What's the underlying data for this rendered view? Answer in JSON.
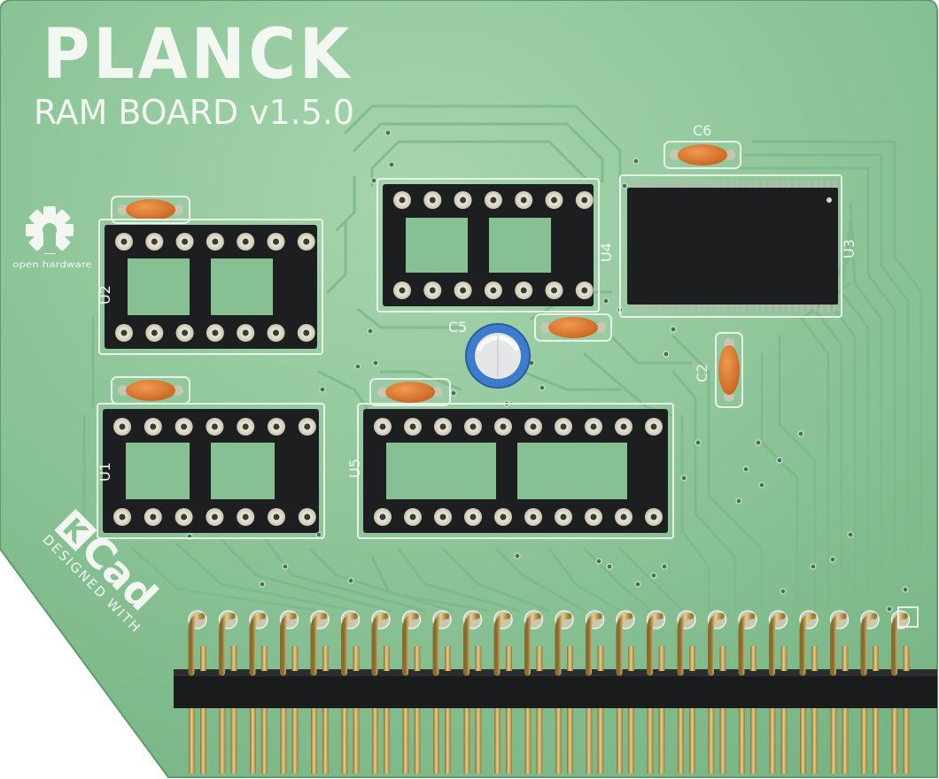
{
  "board": {
    "logo": "PLANCK",
    "subtitle": "RAM BOARD v1.5.0",
    "oshw_label": "open hardware",
    "kicad": {
      "top": "DESIGNED WITH",
      "brand": "KiCad"
    },
    "designators": {
      "u1": "U1",
      "u2": "U2",
      "u3": "U3",
      "u4": "U4",
      "u5": "U5",
      "c2": "C2",
      "c5": "C5",
      "c6": "C6"
    },
    "header_pins": 24
  },
  "colors": {
    "board": "#86c093",
    "board_light": "#9fd0a8",
    "silk": "#f2f7f2",
    "socket": "#1d1e1f",
    "capacitor": "#d9762c",
    "electrolytic": "#3d7ccc",
    "gold": "#c9a55a"
  }
}
